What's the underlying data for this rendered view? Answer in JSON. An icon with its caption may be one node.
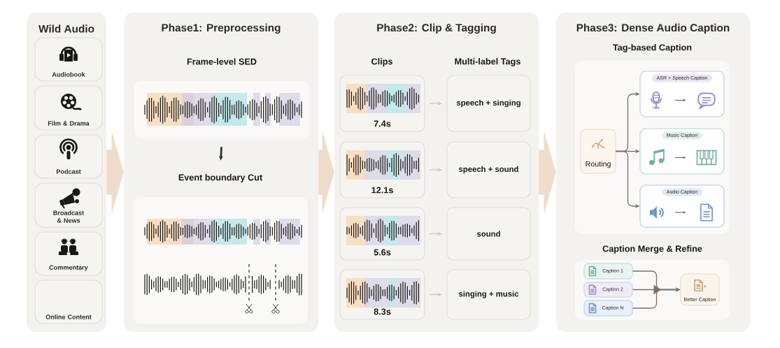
{
  "diagram": {
    "nodes": [
      {
        "text": [
          "Wild Audio"
        ]
      },
      {
        "text": [
          "Audiobook"
        ],
        "in": 0
      },
      {
        "text": [
          "Film & Drama"
        ],
        "in": 0
      },
      {
        "text": [
          "Podcast"
        ],
        "in": 0
      },
      {
        "text": [
          "Broadcast & News"
        ],
        "in": 0
      },
      {
        "text": [
          "Commentary"
        ],
        "in": 0
      },
      {
        "text": [
          "Online Content"
        ],
        "in": 0
      },
      {
        "text": [
          "Phase1: Preprocessing"
        ]
      },
      {
        "text": [
          "Frame-level SED"
        ],
        "in": 7
      },
      {
        "text": [
          "Event boundary Cut"
        ],
        "in": 7
      },
      {
        "text": [
          "Phase2: Clip & Tagging"
        ]
      },
      {
        "text": [
          "7.4s"
        ],
        "in": 10
      },
      {
        "text": [
          "12.1s"
        ],
        "in": 10
      },
      {
        "text": [
          "5.6s"
        ],
        "in": 10
      },
      {
        "text": [
          "8.3s"
        ],
        "in": 10
      },
      {
        "text": [
          "speech + singing"
        ],
        "in": 10
      },
      {
        "text": [
          "speech + sound"
        ],
        "in": 10
      },
      {
        "text": [
          "sound"
        ],
        "in": 10
      },
      {
        "text": [
          "singing + music"
        ],
        "in": 10
      },
      {
        "text": [
          "Phase3: Dense Audio Caption"
        ]
      },
      {
        "text": [
          "Tag-based Caption"
        ],
        "in": 19
      },
      {
        "text": [
          "Routing"
        ],
        "in": 20
      },
      {
        "text": [
          "ASR + Speech Caption"
        ],
        "in": 20
      },
      {
        "text": [
          "Music Caption"
        ],
        "in": 20
      },
      {
        "text": [
          "Audio Caption"
        ],
        "in": 20
      },
      {
        "text": [
          "Caption Merge & Refine"
        ],
        "in": 19
      },
      {
        "text": [
          "Caption 1"
        ],
        "in": 25
      },
      {
        "text": [
          "Caption 2"
        ],
        "in": 25
      },
      {
        "text": [
          "Caption N"
        ],
        "in": 25
      },
      {
        "text": [
          "Better Caption"
        ],
        "in": 25
      }
    ],
    "edges": [
      {
        "from": 0,
        "to": 7,
        "arrow": "to",
        "style": "thick",
        "color": "#efdccb"
      },
      {
        "from": 8,
        "to": 9,
        "arrow": "to",
        "color": "#2b2723"
      },
      {
        "from": 7,
        "to": 10,
        "arrow": "to",
        "style": "thick",
        "color": "#efdccb"
      },
      {
        "from": 11,
        "to": 15,
        "arrow": "to",
        "color": "#cfc5bb"
      },
      {
        "from": 12,
        "to": 16,
        "arrow": "to",
        "color": "#cfc5bb"
      },
      {
        "from": 13,
        "to": 17,
        "arrow": "to",
        "color": "#cfc5bb"
      },
      {
        "from": 14,
        "to": 18,
        "arrow": "to",
        "color": "#cfc5bb"
      },
      {
        "from": 10,
        "to": 19,
        "arrow": "to",
        "style": "thick",
        "color": "#efdccb"
      },
      {
        "from": 21,
        "to": 22,
        "arrow": "to"
      },
      {
        "from": 21,
        "to": 23,
        "arrow": "to"
      },
      {
        "from": 21,
        "to": 24,
        "arrow": "to"
      },
      {
        "from": 26,
        "to": 29,
        "arrow": "to"
      },
      {
        "from": 27,
        "to": 29,
        "arrow": "to"
      },
      {
        "from": 28,
        "to": 29,
        "arrow": "to"
      }
    ],
    "labels": [
      "Clips",
      "Multi-label Tags"
    ]
  }
}
